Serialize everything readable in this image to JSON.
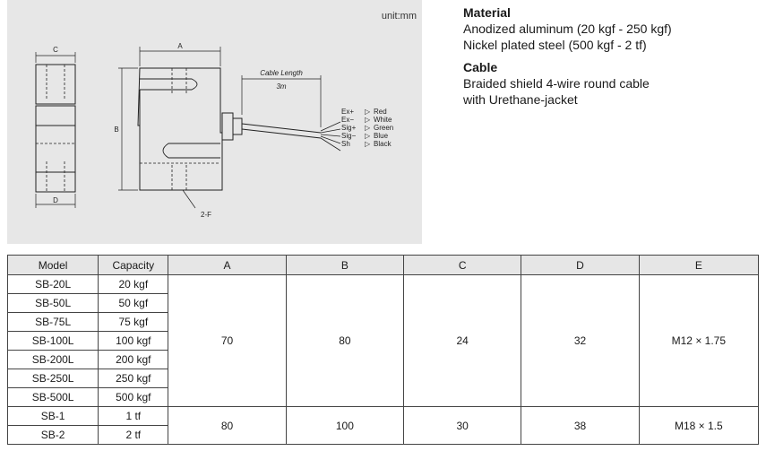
{
  "drawing": {
    "unit": "unit:mm",
    "dim_labels": {
      "c": "C",
      "d": "D",
      "a": "A",
      "b": "B",
      "f": "2-F"
    },
    "cable_length": {
      "label": "Cable Length",
      "value": "3m"
    },
    "wires": [
      {
        "name": "Ex+",
        "color": "Red"
      },
      {
        "name": "Ex−",
        "color": "White"
      },
      {
        "name": "Sig+",
        "color": "Green"
      },
      {
        "name": "Sig−",
        "color": "Blue"
      },
      {
        "name": "Sh",
        "color": "Black"
      }
    ]
  },
  "specs": {
    "material_heading": "Material",
    "material_lines": [
      "Anodized aluminum (20 kgf - 250 kgf)",
      "Nickel plated steel (500 kgf - 2 tf)"
    ],
    "cable_heading": "Cable",
    "cable_lines": [
      "Braided shield 4-wire round cable",
      "with Urethane-jacket"
    ]
  },
  "table": {
    "headers": [
      "Model",
      "Capacity",
      "A",
      "B",
      "C",
      "D",
      "E"
    ],
    "groups": [
      {
        "rows": [
          {
            "model": "SB-20L",
            "capacity": "20 kgf"
          },
          {
            "model": "SB-50L",
            "capacity": "50 kgf"
          },
          {
            "model": "SB-75L",
            "capacity": "75 kgf"
          },
          {
            "model": "SB-100L",
            "capacity": "100 kgf"
          },
          {
            "model": "SB-200L",
            "capacity": "200 kgf"
          },
          {
            "model": "SB-250L",
            "capacity": "250 kgf"
          },
          {
            "model": "SB-500L",
            "capacity": "500 kgf"
          }
        ],
        "a": "70",
        "b": "80",
        "c": "24",
        "d": "32",
        "e": "M12 × 1.75"
      },
      {
        "rows": [
          {
            "model": "SB-1",
            "capacity": "1 tf"
          },
          {
            "model": "SB-2",
            "capacity": "2 tf"
          }
        ],
        "a": "80",
        "b": "100",
        "c": "30",
        "d": "38",
        "e": "M18 × 1.5"
      }
    ]
  }
}
